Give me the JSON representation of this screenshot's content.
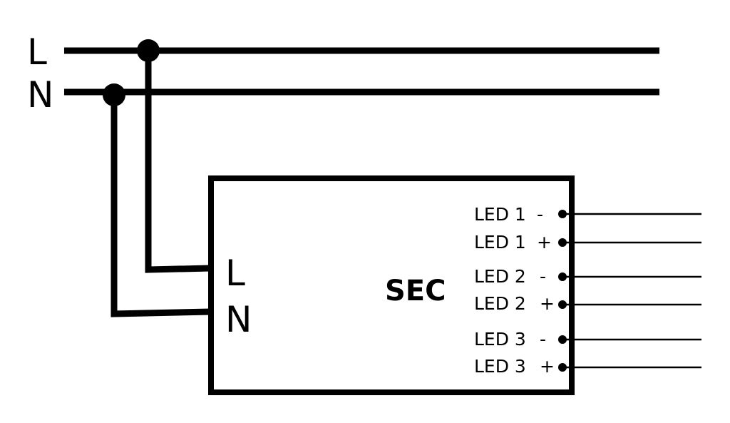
{
  "mains": {
    "line_label": "L",
    "neutral_label": "N"
  },
  "driver": {
    "input_l_label": "L",
    "input_n_label": "N",
    "secondary_label": "SEC",
    "outputs": [
      {
        "channel": "LED 1",
        "polarity": "-"
      },
      {
        "channel": "LED 1",
        "polarity": "+"
      },
      {
        "channel": "LED 2",
        "polarity": "-"
      },
      {
        "channel": "LED 2",
        "polarity": "+"
      },
      {
        "channel": "LED 3",
        "polarity": "-"
      },
      {
        "channel": "LED 3",
        "polarity": "+"
      }
    ]
  }
}
